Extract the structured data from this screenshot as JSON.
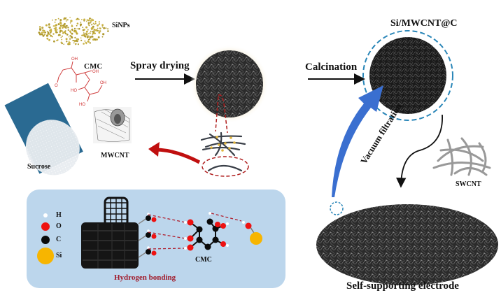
{
  "labels": {
    "sinps": "SiNPs",
    "cmc_top": "CMC",
    "sucrose": "Sucrose",
    "mwcnt": "MWCNT",
    "spray_drying": "Spray drying",
    "calcination": "Calcination",
    "product": "Si/MWCNT@C",
    "vacuum_filtration": "Vacuum filtration",
    "swcnt": "SWCNT",
    "electrode": "Self-supporting electrode",
    "cmc_panel": "CMC",
    "hydrogen_bonding": "Hydrogen bonding"
  },
  "cmc_structure": {
    "groups": [
      "OH",
      "OH",
      "OH",
      "HO",
      "HO",
      "O"
    ]
  },
  "legend": [
    {
      "symbol": "H",
      "color": "#ffffff"
    },
    {
      "symbol": "O",
      "color": "#ee1111"
    },
    {
      "symbol": "C",
      "color": "#0a0a0a"
    },
    {
      "symbol": "Si",
      "color": "#f7b500"
    }
  ],
  "colors": {
    "panel_bg": "#bcd6ec",
    "red_arrow": "#c00f0f",
    "blue_arrow": "#3a6fd0",
    "dashed_blue": "#2a86b8",
    "dashed_red": "#b01f1f",
    "hbond_label": "#a01a2a",
    "sinp_gold": "#c8b040"
  }
}
